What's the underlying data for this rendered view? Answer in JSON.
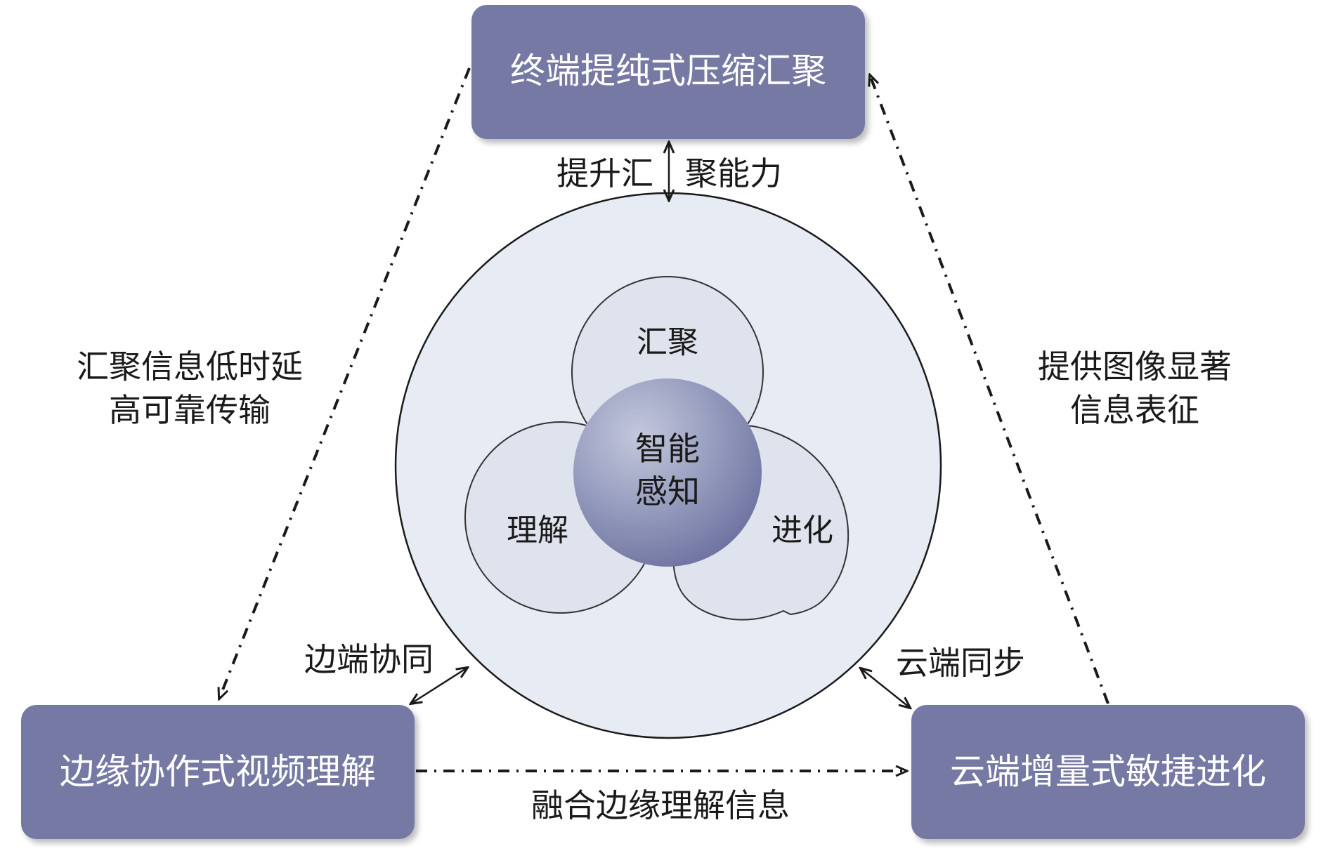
{
  "boxes": {
    "top": "终端提纯式压缩汇聚",
    "left": "边缘协作式视频理解",
    "right": "云端增量式敏捷进化"
  },
  "links": {
    "top_to_center_left": "提升汇",
    "top_to_center_right": "聚能力",
    "left_side_line1": "汇聚信息低时延",
    "left_side_line2": "高可靠传输",
    "right_side_line1": "提供图像显著",
    "right_side_line2": "信息表征",
    "edge_sync": "边端协同",
    "cloud_sync": "云端同步",
    "bottom": "融合边缘理解信息"
  },
  "center": {
    "petal_top": "汇聚",
    "petal_left": "理解",
    "petal_right": "进化",
    "core_line1": "智能",
    "core_line2": "感知"
  },
  "colors": {
    "box_fill": "#7479a3",
    "outer_circle_fill": "#e7ebf3",
    "petal_fill": "#dfe3ed",
    "core_fill": "#8e94b8",
    "line": "#1a1a1a"
  }
}
